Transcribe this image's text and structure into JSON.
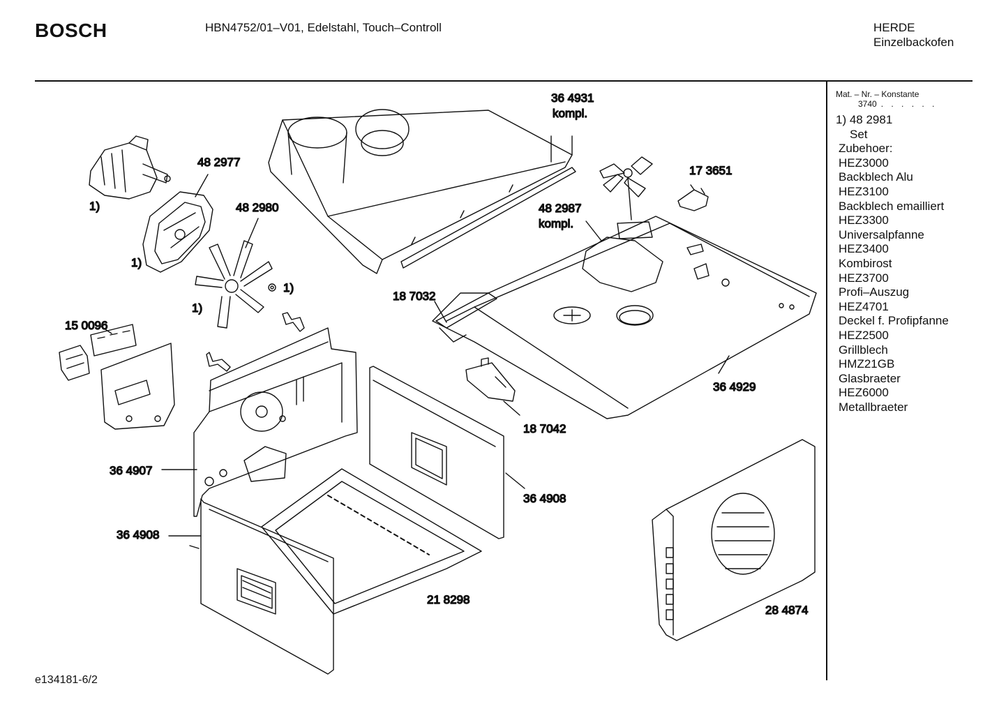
{
  "header": {
    "brand": "BOSCH",
    "model": "HBN4752/01–V01, Edelstahl, Touch–Controll",
    "category_line1": "HERDE",
    "category_line2": "Einzelbackofen"
  },
  "sidebar": {
    "mat_label": "Mat. – Nr. – Konstante",
    "konstante": "3740",
    "konstante_dots": ". . . . . .",
    "ref_line1": "1) 48 2981",
    "ref_line2": "Set",
    "accessories_title": "Zubehoer:",
    "accessories": [
      {
        "code": "HEZ3000",
        "name": "Backblech Alu"
      },
      {
        "code": "HEZ3100",
        "name": "Backblech emailliert"
      },
      {
        "code": "HEZ3300",
        "name": "Universalpfanne"
      },
      {
        "code": "HEZ3400",
        "name": "Kombirost"
      },
      {
        "code": "HEZ3700",
        "name": "Profi–Auszug"
      },
      {
        "code": "HEZ4701",
        "name": "Deckel f. Profipfanne"
      },
      {
        "code": "HEZ2500",
        "name": "Grillblech"
      },
      {
        "code": "HMZ21GB",
        "name": "Glasbraeter"
      },
      {
        "code": "HEZ6000",
        "name": "Metallbraeter"
      }
    ]
  },
  "parts": {
    "p364931_num": "36 4931",
    "p364931_note": "kompl.",
    "p482977": "48 2977",
    "p482980": "48 2980",
    "p173651": "17 3651",
    "p482987_num": "48 2987",
    "p482987_note": "kompl.",
    "p187032": "18 7032",
    "p150096": "15 0096",
    "p364929": "36 4929",
    "p187042": "18 7042",
    "p364907": "36 4907",
    "p364908_right": "36 4908",
    "p364908_left": "36 4908",
    "p218298": "21 8298",
    "p284874": "28 4874",
    "fn_motor": "1)",
    "fn_plate": "1)",
    "fn_fan": "1)",
    "fn_nut": "1)"
  },
  "footer": {
    "doc_id": "e134181-6/2"
  }
}
